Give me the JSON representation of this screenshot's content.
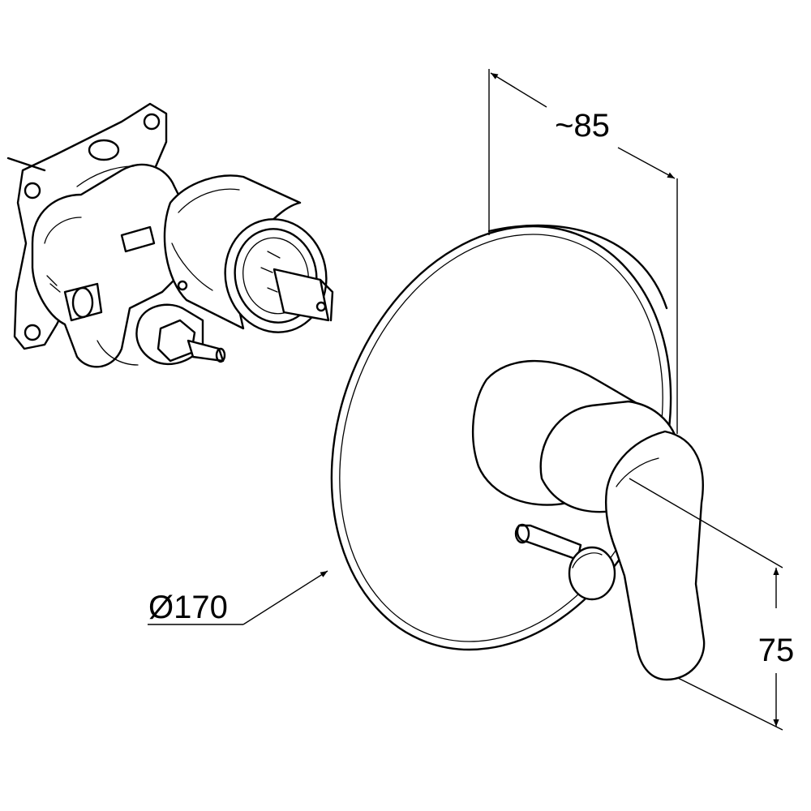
{
  "dimensions": {
    "depth_label": "~85",
    "diameter_label": "Ø170",
    "height_label": "75"
  }
}
